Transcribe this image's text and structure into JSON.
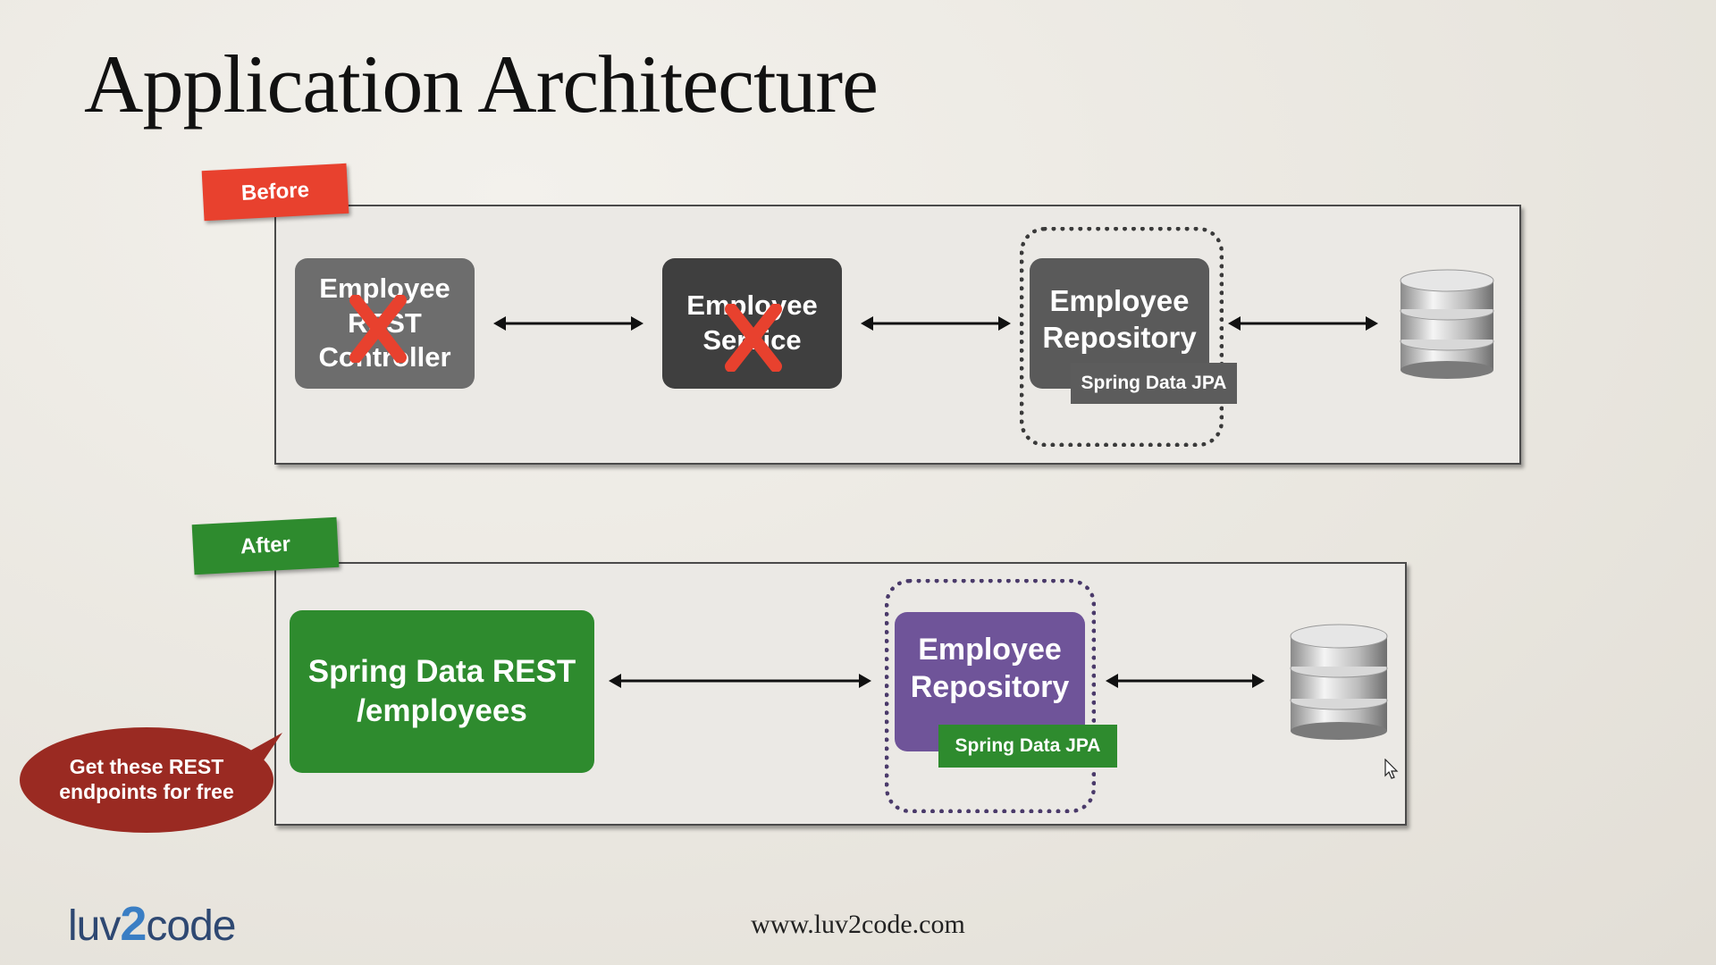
{
  "title": "Application Architecture",
  "before": {
    "tag": "Before",
    "controller": "Employee\nREST\nController",
    "service": "Employee\nService",
    "repository": "Employee\nRepository",
    "jpa": "Spring Data JPA"
  },
  "after": {
    "tag": "After",
    "rest": "Spring Data REST\n/employees",
    "repository": "Employee\nRepository",
    "jpa": "Spring Data JPA"
  },
  "callout": "Get these REST\nendpoints for free",
  "logo": {
    "part1": "luv",
    "part2": "2",
    "part3": "code"
  },
  "url": "www.luv2code.com",
  "colors": {
    "before_tag": "#e8412e",
    "after_tag": "#2e8b2e",
    "repo_after": "#6f5499",
    "callout": "#9a2a22"
  }
}
